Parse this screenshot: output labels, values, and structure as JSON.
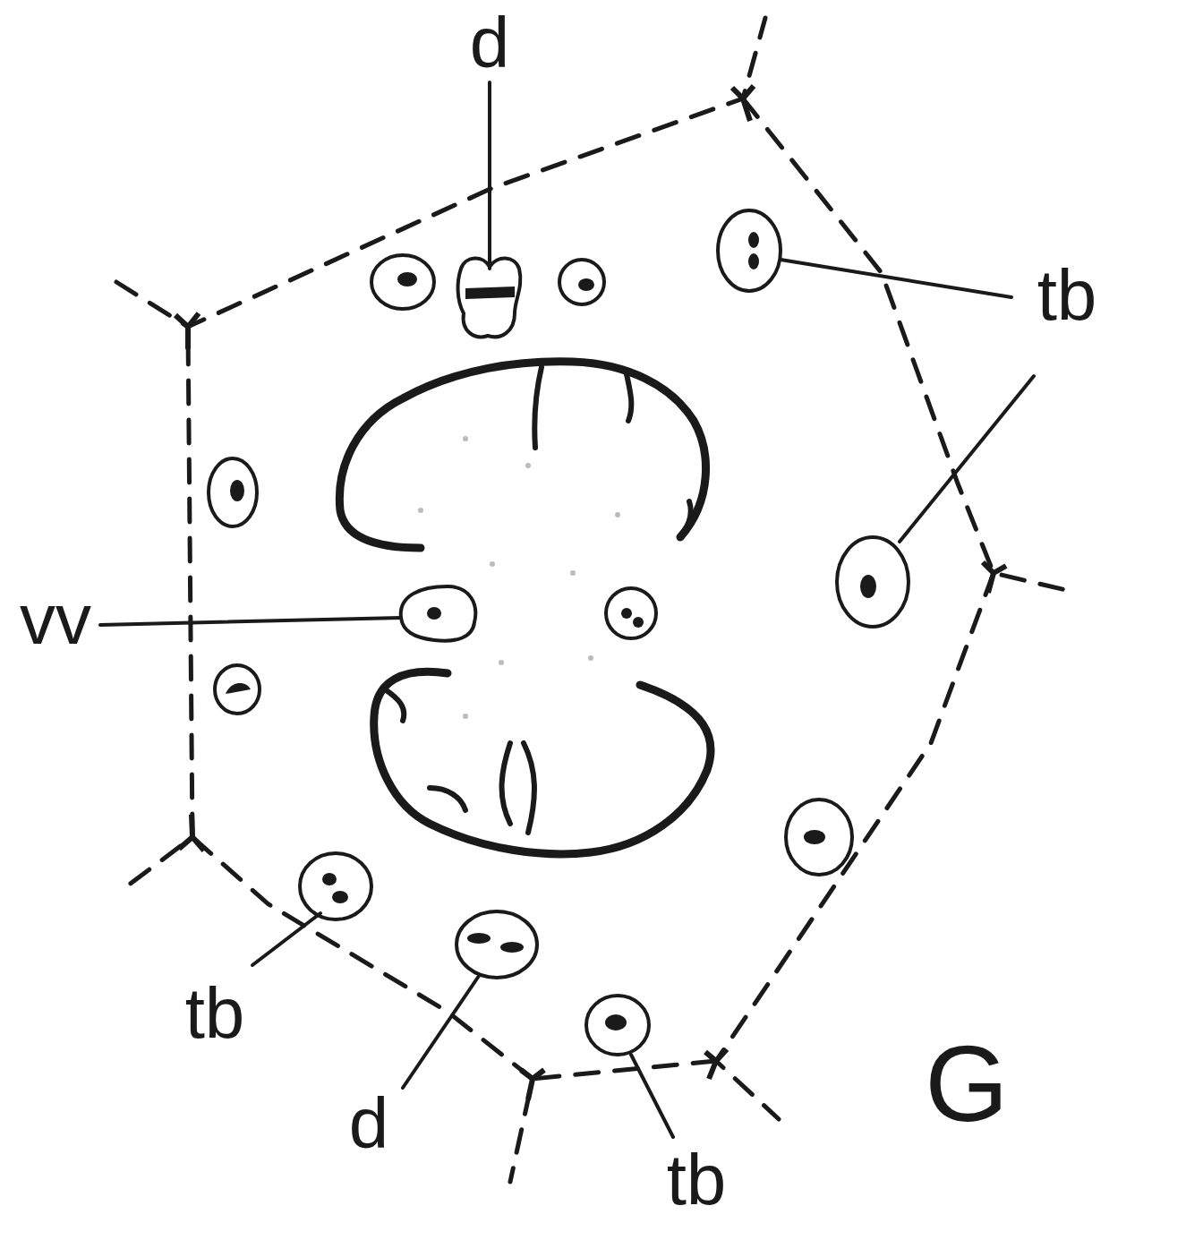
{
  "diagram": {
    "labels": [
      "d",
      "tb",
      "vv",
      "tb",
      "d",
      "tb",
      "G"
    ]
  }
}
